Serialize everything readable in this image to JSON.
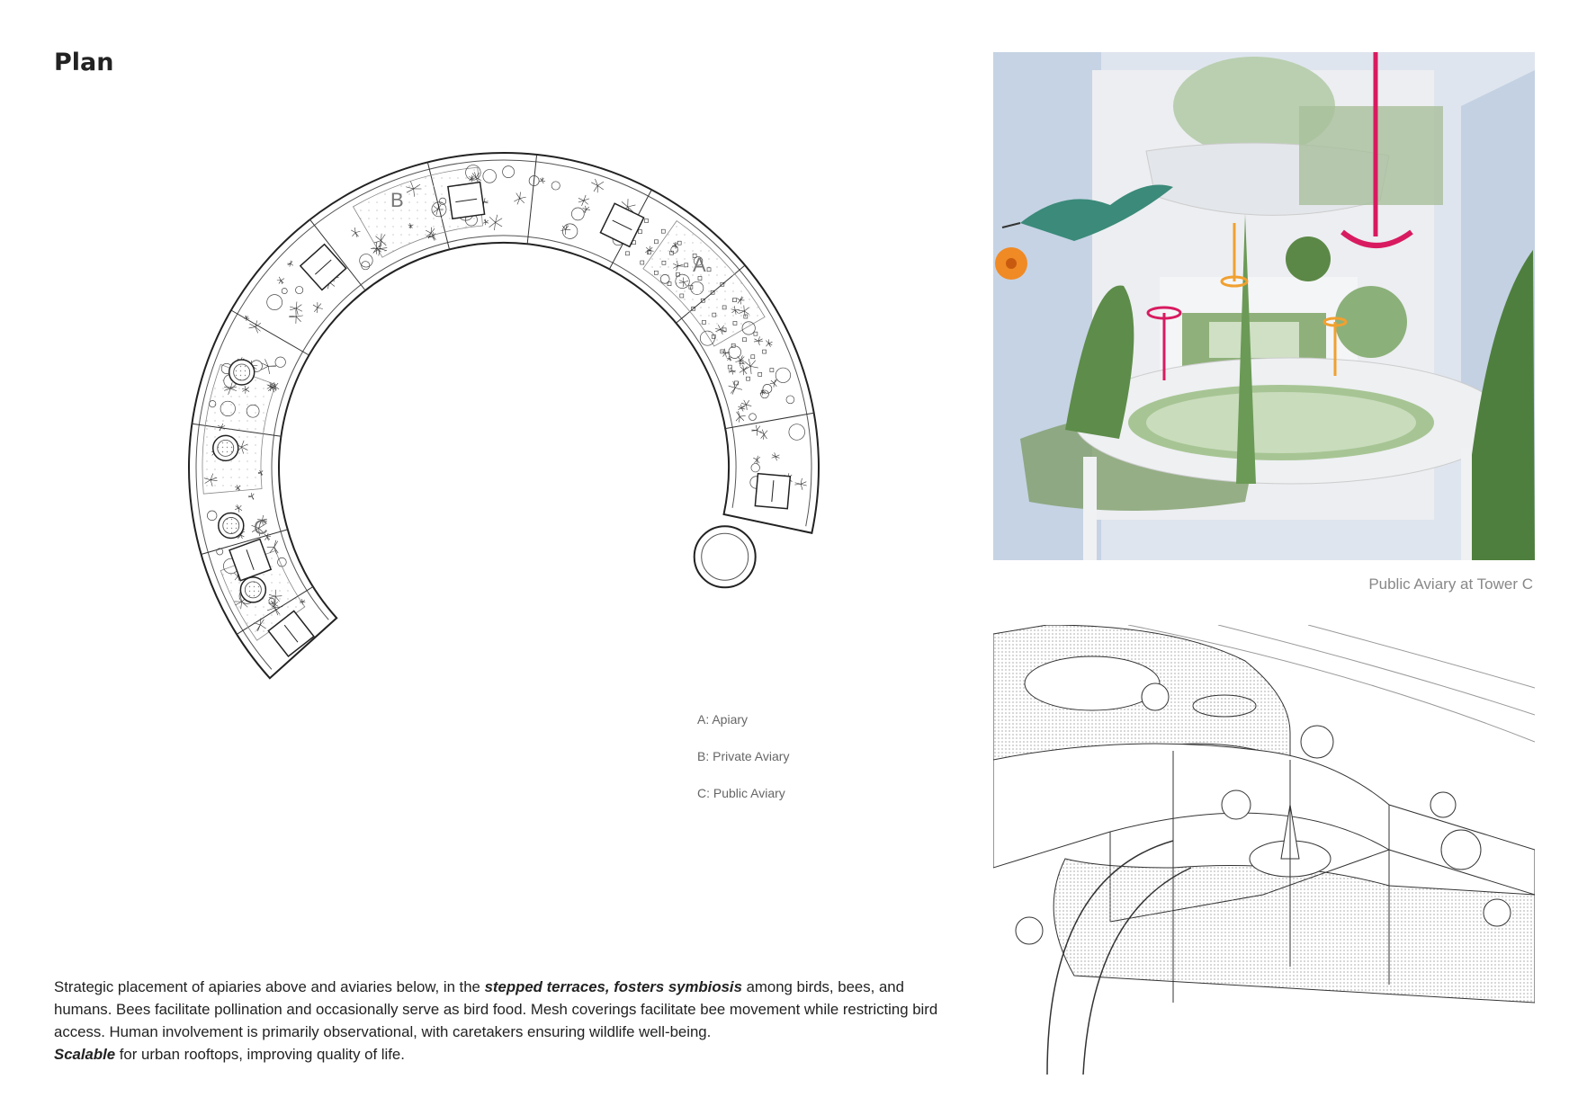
{
  "title": "Plan",
  "zones": {
    "a": "A",
    "b": "B",
    "c": "C"
  },
  "legend": [
    "A: Apiary",
    "B: Private Aviary",
    "C: Public Aviary"
  ],
  "caption": "Public Aviary at Tower C",
  "description": {
    "part1": "Strategic placement of apiaries above and aviaries below, in the ",
    "bold1": "stepped terraces,  fosters symbiosis",
    "part2": " among birds, bees, and humans. Bees facilitate pollination and occasionally serve as bird food. Mesh coverings facilitate bee movement while restricting bird access. Human involvement is primarily observational, with caretakers ensuring wildlife well-being.",
    "bold2": "Scalable",
    "part3": " for urban rooftops, improving quality of life."
  },
  "colors": {
    "accent_magenta": "#d81b60",
    "accent_orange": "#f0a030",
    "sky_blue": "#c9d6e6",
    "foliage_green": "#5e8c4a"
  }
}
